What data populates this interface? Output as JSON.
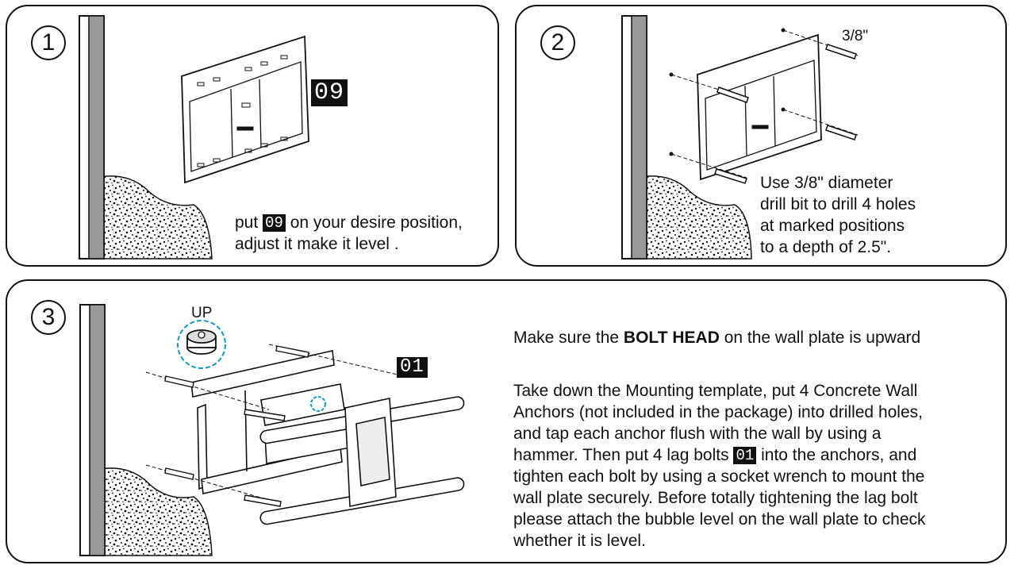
{
  "step1": {
    "number": "1",
    "part_tag": "09",
    "text_put": "put",
    "text_after_tag": "on your desire position,",
    "text_line2": "adjust it make it level ."
  },
  "step2": {
    "number": "2",
    "drill_label": "3/8\"",
    "lines": [
      "Use 3/8\" diameter",
      "drill bit to drill 4 holes",
      "at marked positions",
      "to a depth of 2.5\"."
    ]
  },
  "step3": {
    "number": "3",
    "up_label": "UP",
    "part_tag": "01",
    "intro_before": "Make sure the",
    "intro_bold": "BOLT HEAD",
    "intro_after": "on the wall plate is upward",
    "para_lines": [
      "Take down the Mounting template, put 4 Concrete Wall",
      "Anchors (not included in the package) into drilled holes,",
      "and tap each anchor flush with the wall by using a"
    ],
    "line4_before": "hammer. Then put 4 lag bolts",
    "line4_after": "into the anchors, and",
    "para_lines_end": [
      "tighten each bolt by using a socket wrench to mount the",
      "wall plate securely. Before totally tightening the lag bolt",
      "please attach the  bubble level on the wall plate to check",
      "whether it is level."
    ]
  }
}
